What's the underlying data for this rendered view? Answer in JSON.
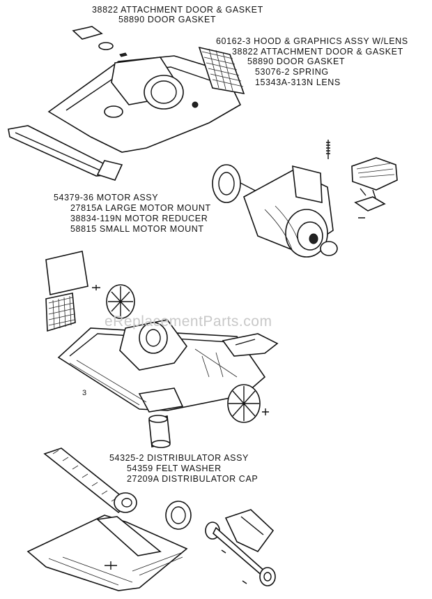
{
  "watermark": "eReplacementParts.com",
  "groups": {
    "top_door": [
      "38822 ATTACHMENT DOOR & GASKET",
      "58890 DOOR GASKET"
    ],
    "hood": [
      "60162-3 HOOD & GRAPHICS ASSY W/LENS",
      "38822 ATTACHMENT DOOR & GASKET",
      "58890 DOOR GASKET",
      "53076-2 SPRING",
      "15343A-313N LENS"
    ],
    "motor": [
      "54379-36 MOTOR ASSY",
      "27815A LARGE MOTOR MOUNT",
      "38834-119N MOTOR REDUCER",
      "58815 SMALL MOTOR MOUNT"
    ],
    "distributor": [
      "54325-2 DISTRIBULATOR ASSY",
      "54359 FELT WASHER",
      "27209A DISTRIBULATOR CAP"
    ]
  },
  "callouts": {
    "base_ref": "3"
  }
}
